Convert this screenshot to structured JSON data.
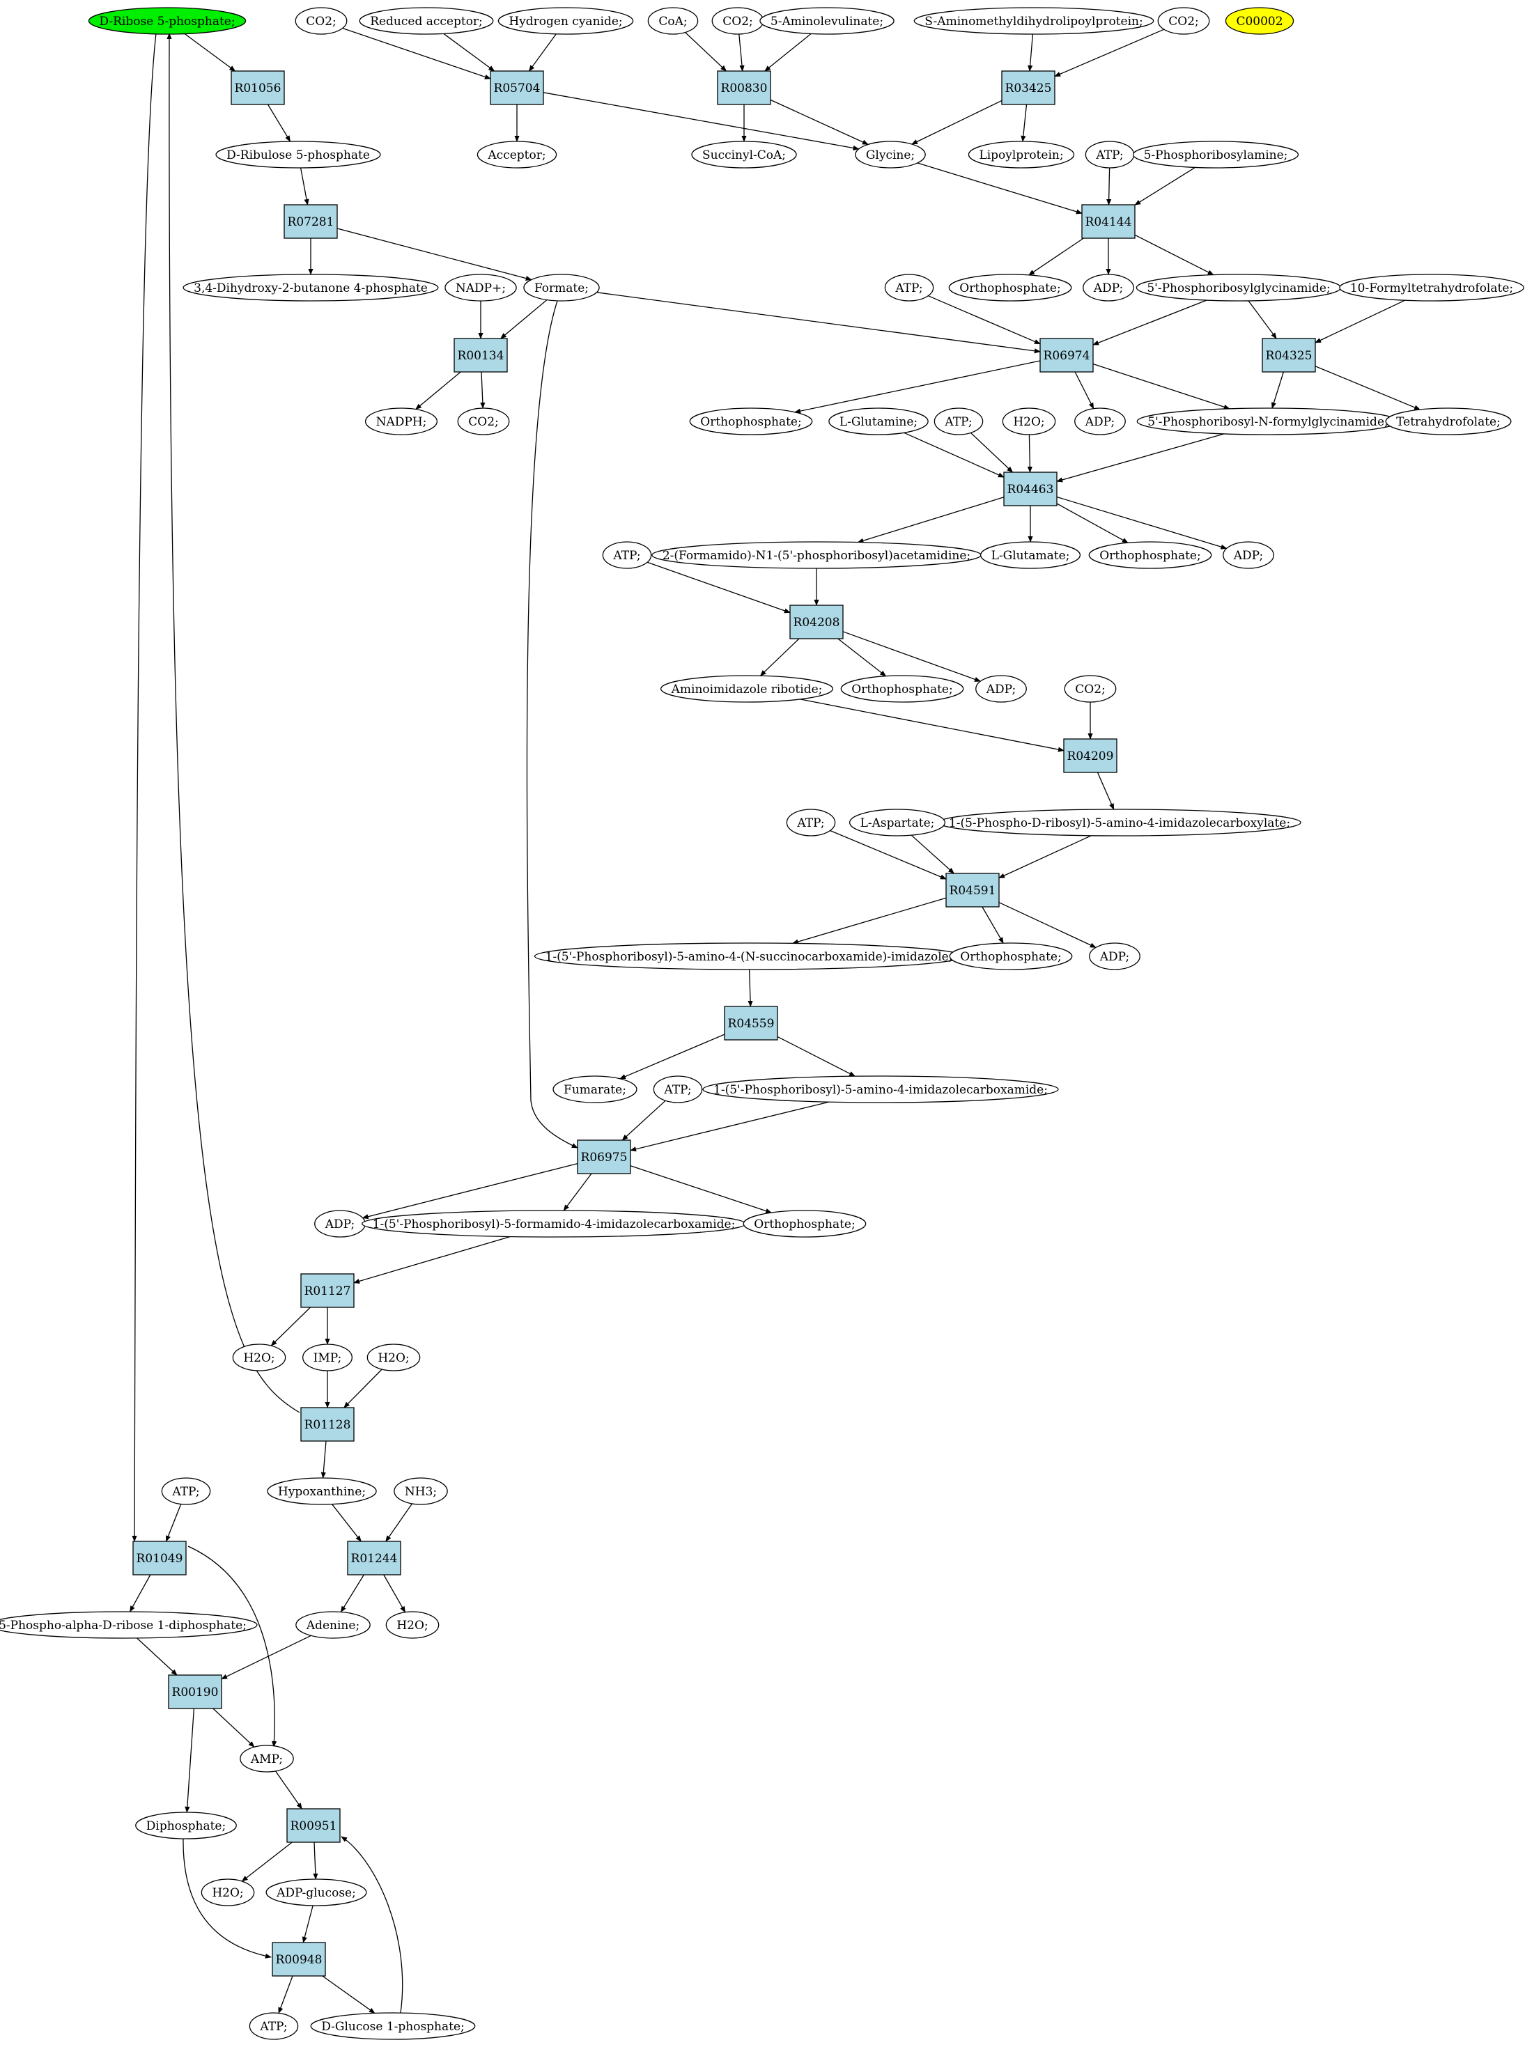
{
  "colors": {
    "compound_fill": "#ffffff",
    "reaction_fill": "#add8e6",
    "start_fill": "#00ee00",
    "highlight_fill": "#ffff00",
    "edge": "#000000"
  },
  "nodes": [
    {
      "id": "ribose5p",
      "label": "D-Ribose 5-phosphate;",
      "kind": "start"
    },
    {
      "id": "c00002",
      "label": "C00002",
      "kind": "highlight"
    },
    {
      "id": "r01056",
      "label": "R01056",
      "kind": "reaction"
    },
    {
      "id": "ribulose5p",
      "label": "D-Ribulose 5-phosphate",
      "kind": "compound"
    },
    {
      "id": "r07281",
      "label": "R07281",
      "kind": "reaction"
    },
    {
      "id": "dhbp",
      "label": "3,4-Dihydroxy-2-butanone 4-phosphate",
      "kind": "compound"
    },
    {
      "id": "formate",
      "label": "Formate;",
      "kind": "compound"
    },
    {
      "id": "nadpp",
      "label": "NADP+;",
      "kind": "compound"
    },
    {
      "id": "r00134",
      "label": "R00134",
      "kind": "reaction"
    },
    {
      "id": "nadph",
      "label": "NADPH;",
      "kind": "compound"
    },
    {
      "id": "co2_r00134",
      "label": "CO2;",
      "kind": "compound"
    },
    {
      "id": "co2_a",
      "label": "CO2;",
      "kind": "compound"
    },
    {
      "id": "red_acceptor",
      "label": "Reduced acceptor;",
      "kind": "compound"
    },
    {
      "id": "hcn",
      "label": "Hydrogen cyanide;",
      "kind": "compound"
    },
    {
      "id": "r05704",
      "label": "R05704",
      "kind": "reaction"
    },
    {
      "id": "acceptor",
      "label": "Acceptor;",
      "kind": "compound"
    },
    {
      "id": "coa",
      "label": "CoA;",
      "kind": "compound"
    },
    {
      "id": "co2_b",
      "label": "CO2;",
      "kind": "compound"
    },
    {
      "id": "ala5",
      "label": "5-Aminolevulinate;",
      "kind": "compound"
    },
    {
      "id": "r00830",
      "label": "R00830",
      "kind": "reaction"
    },
    {
      "id": "succoa",
      "label": "Succinyl-CoA;",
      "kind": "compound"
    },
    {
      "id": "glycine",
      "label": "Glycine;",
      "kind": "compound"
    },
    {
      "id": "samdlp",
      "label": "S-Aminomethyldihydrolipoylprotein;",
      "kind": "compound"
    },
    {
      "id": "co2_c",
      "label": "CO2;",
      "kind": "compound"
    },
    {
      "id": "r03425",
      "label": "R03425",
      "kind": "reaction"
    },
    {
      "id": "lipoyl",
      "label": "Lipoylprotein;",
      "kind": "compound"
    },
    {
      "id": "atp_r04144",
      "label": "ATP;",
      "kind": "compound"
    },
    {
      "id": "prpp_amine",
      "label": "5-Phosphoribosylamine;",
      "kind": "compound"
    },
    {
      "id": "r04144",
      "label": "R04144",
      "kind": "reaction"
    },
    {
      "id": "pi_r04144",
      "label": "Orthophosphate;",
      "kind": "compound"
    },
    {
      "id": "adp_r04144",
      "label": "ADP;",
      "kind": "compound"
    },
    {
      "id": "gar",
      "label": "5'-Phosphoribosylglycinamide;",
      "kind": "compound"
    },
    {
      "id": "fthf",
      "label": "10-Formyltetrahydrofolate;",
      "kind": "compound"
    },
    {
      "id": "atp_r06974",
      "label": "ATP;",
      "kind": "compound"
    },
    {
      "id": "r06974",
      "label": "R06974",
      "kind": "reaction"
    },
    {
      "id": "r04325",
      "label": "R04325",
      "kind": "reaction"
    },
    {
      "id": "pi_r06974",
      "label": "Orthophosphate;",
      "kind": "compound"
    },
    {
      "id": "lgln",
      "label": "L-Glutamine;",
      "kind": "compound"
    },
    {
      "id": "atp_r04463",
      "label": "ATP;",
      "kind": "compound"
    },
    {
      "id": "h2o_r04463",
      "label": "H2O;",
      "kind": "compound"
    },
    {
      "id": "adp_r06974",
      "label": "ADP;",
      "kind": "compound"
    },
    {
      "id": "fgar",
      "label": "5'-Phosphoribosyl-N-formylglycinamide;",
      "kind": "compound"
    },
    {
      "id": "thf",
      "label": "Tetrahydrofolate;",
      "kind": "compound"
    },
    {
      "id": "r04463",
      "label": "R04463",
      "kind": "reaction"
    },
    {
      "id": "atp_r04208",
      "label": "ATP;",
      "kind": "compound"
    },
    {
      "id": "fgam",
      "label": "2-(Formamido)-N1-(5'-phosphoribosyl)acetamidine;",
      "kind": "compound"
    },
    {
      "id": "lglu",
      "label": "L-Glutamate;",
      "kind": "compound"
    },
    {
      "id": "pi_r04463",
      "label": "Orthophosphate;",
      "kind": "compound"
    },
    {
      "id": "adp_r04463",
      "label": "ADP;",
      "kind": "compound"
    },
    {
      "id": "r04208",
      "label": "R04208",
      "kind": "reaction"
    },
    {
      "id": "air",
      "label": "Aminoimidazole ribotide;",
      "kind": "compound"
    },
    {
      "id": "pi_r04208",
      "label": "Orthophosphate;",
      "kind": "compound"
    },
    {
      "id": "adp_r04208",
      "label": "ADP;",
      "kind": "compound"
    },
    {
      "id": "co2_r04209",
      "label": "CO2;",
      "kind": "compound"
    },
    {
      "id": "r04209",
      "label": "R04209",
      "kind": "reaction"
    },
    {
      "id": "cair",
      "label": "1-(5-Phospho-D-ribosyl)-5-amino-4-imidazolecarboxylate;",
      "kind": "compound"
    },
    {
      "id": "atp_r04591",
      "label": "ATP;",
      "kind": "compound"
    },
    {
      "id": "lasp",
      "label": "L-Aspartate;",
      "kind": "compound"
    },
    {
      "id": "r04591",
      "label": "R04591",
      "kind": "reaction"
    },
    {
      "id": "saicar",
      "label": "1-(5'-Phosphoribosyl)-5-amino-4-(N-succinocarboxamide)-imidazole;",
      "kind": "compound"
    },
    {
      "id": "pi_r04591",
      "label": "Orthophosphate;",
      "kind": "compound"
    },
    {
      "id": "adp_r04591",
      "label": "ADP;",
      "kind": "compound"
    },
    {
      "id": "r04559",
      "label": "R04559",
      "kind": "reaction"
    },
    {
      "id": "fumarate",
      "label": "Fumarate;",
      "kind": "compound"
    },
    {
      "id": "atp_r06975",
      "label": "ATP;",
      "kind": "compound"
    },
    {
      "id": "aicar",
      "label": "1-(5'-Phosphoribosyl)-5-amino-4-imidazolecarboxamide;",
      "kind": "compound"
    },
    {
      "id": "r06975",
      "label": "R06975",
      "kind": "reaction"
    },
    {
      "id": "adp_r06975",
      "label": "ADP;",
      "kind": "compound"
    },
    {
      "id": "faicar",
      "label": "1-(5'-Phosphoribosyl)-5-formamido-4-imidazolecarboxamide;",
      "kind": "compound"
    },
    {
      "id": "pi_r06975",
      "label": "Orthophosphate;",
      "kind": "compound"
    },
    {
      "id": "r01127",
      "label": "R01127",
      "kind": "reaction"
    },
    {
      "id": "h2o_r01127",
      "label": "H2O;",
      "kind": "compound"
    },
    {
      "id": "imp",
      "label": "IMP;",
      "kind": "compound"
    },
    {
      "id": "h2o_r01128",
      "label": "H2O;",
      "kind": "compound"
    },
    {
      "id": "r01128",
      "label": "R01128",
      "kind": "reaction"
    },
    {
      "id": "atp_r01049",
      "label": "ATP;",
      "kind": "compound"
    },
    {
      "id": "hypoxanthine",
      "label": "Hypoxanthine;",
      "kind": "compound"
    },
    {
      "id": "nh3",
      "label": "NH3;",
      "kind": "compound"
    },
    {
      "id": "r01049",
      "label": "R01049",
      "kind": "reaction"
    },
    {
      "id": "r01244",
      "label": "R01244",
      "kind": "reaction"
    },
    {
      "id": "prpp",
      "label": "5-Phospho-alpha-D-ribose 1-diphosphate;",
      "kind": "compound"
    },
    {
      "id": "adenine",
      "label": "Adenine;",
      "kind": "compound"
    },
    {
      "id": "h2o_r01244",
      "label": "H2O;",
      "kind": "compound"
    },
    {
      "id": "r00190",
      "label": "R00190",
      "kind": "reaction"
    },
    {
      "id": "amp",
      "label": "AMP;",
      "kind": "compound"
    },
    {
      "id": "diphosphate",
      "label": "Diphosphate;",
      "kind": "compound"
    },
    {
      "id": "r00951",
      "label": "R00951",
      "kind": "reaction"
    },
    {
      "id": "h2o_r00951",
      "label": "H2O;",
      "kind": "compound"
    },
    {
      "id": "adpglucose",
      "label": "ADP-glucose;",
      "kind": "compound"
    },
    {
      "id": "r00948",
      "label": "R00948",
      "kind": "reaction"
    },
    {
      "id": "atp_r00948",
      "label": "ATP;",
      "kind": "compound"
    },
    {
      "id": "g1p",
      "label": "D-Glucose 1-phosphate;",
      "kind": "compound"
    }
  ],
  "edges": [
    [
      "ribose5p",
      "r01056"
    ],
    [
      "r01056",
      "ribulose5p"
    ],
    [
      "ribulose5p",
      "r07281"
    ],
    [
      "r07281",
      "dhbp"
    ],
    [
      "r07281",
      "formate"
    ],
    [
      "nadpp",
      "r00134"
    ],
    [
      "formate",
      "r00134"
    ],
    [
      "r00134",
      "nadph"
    ],
    [
      "r00134",
      "co2_r00134"
    ],
    [
      "co2_a",
      "r05704"
    ],
    [
      "red_acceptor",
      "r05704"
    ],
    [
      "hcn",
      "r05704"
    ],
    [
      "r05704",
      "acceptor"
    ],
    [
      "r05704",
      "glycine"
    ],
    [
      "coa",
      "r00830"
    ],
    [
      "co2_b",
      "r00830"
    ],
    [
      "ala5",
      "r00830"
    ],
    [
      "r00830",
      "succoa"
    ],
    [
      "r00830",
      "glycine"
    ],
    [
      "samdlp",
      "r03425"
    ],
    [
      "co2_c",
      "r03425"
    ],
    [
      "r03425",
      "glycine"
    ],
    [
      "r03425",
      "lipoyl"
    ],
    [
      "glycine",
      "r04144"
    ],
    [
      "atp_r04144",
      "r04144"
    ],
    [
      "prpp_amine",
      "r04144"
    ],
    [
      "r04144",
      "pi_r04144"
    ],
    [
      "r04144",
      "adp_r04144"
    ],
    [
      "r04144",
      "gar"
    ],
    [
      "formate",
      "r06974"
    ],
    [
      "atp_r06974",
      "r06974"
    ],
    [
      "gar",
      "r06974"
    ],
    [
      "r06974",
      "pi_r06974"
    ],
    [
      "r06974",
      "adp_r06974"
    ],
    [
      "r06974",
      "fgar"
    ],
    [
      "gar",
      "r04325"
    ],
    [
      "fthf",
      "r04325"
    ],
    [
      "r04325",
      "fgar"
    ],
    [
      "r04325",
      "thf"
    ],
    [
      "lgln",
      "r04463"
    ],
    [
      "atp_r04463",
      "r04463"
    ],
    [
      "h2o_r04463",
      "r04463"
    ],
    [
      "fgar",
      "r04463"
    ],
    [
      "r04463",
      "fgam"
    ],
    [
      "r04463",
      "lglu"
    ],
    [
      "r04463",
      "pi_r04463"
    ],
    [
      "r04463",
      "adp_r04463"
    ],
    [
      "atp_r04208",
      "r04208"
    ],
    [
      "fgam",
      "r04208"
    ],
    [
      "r04208",
      "air"
    ],
    [
      "r04208",
      "pi_r04208"
    ],
    [
      "r04208",
      "adp_r04208"
    ],
    [
      "air",
      "r04209"
    ],
    [
      "co2_r04209",
      "r04209"
    ],
    [
      "r04209",
      "cair"
    ],
    [
      "atp_r04591",
      "r04591"
    ],
    [
      "lasp",
      "r04591"
    ],
    [
      "cair",
      "r04591"
    ],
    [
      "r04591",
      "saicar"
    ],
    [
      "r04591",
      "pi_r04591"
    ],
    [
      "r04591",
      "adp_r04591"
    ],
    [
      "saicar",
      "r04559"
    ],
    [
      "r04559",
      "fumarate"
    ],
    [
      "r04559",
      "aicar"
    ],
    [
      "formate",
      "r06975"
    ],
    [
      "atp_r06975",
      "r06975"
    ],
    [
      "aicar",
      "r06975"
    ],
    [
      "r06975",
      "adp_r06975"
    ],
    [
      "r06975",
      "faicar"
    ],
    [
      "r06975",
      "pi_r06975"
    ],
    [
      "faicar",
      "r01127"
    ],
    [
      "r01127",
      "h2o_r01127"
    ],
    [
      "r01127",
      "imp"
    ],
    [
      "imp",
      "r01128"
    ],
    [
      "h2o_r01128",
      "r01128"
    ],
    [
      "r01128",
      "ribose5p"
    ],
    [
      "r01128",
      "hypoxanthine"
    ],
    [
      "ribose5p",
      "r01049"
    ],
    [
      "atp_r01049",
      "r01049"
    ],
    [
      "r01049",
      "prpp"
    ],
    [
      "r01049",
      "amp"
    ],
    [
      "hypoxanthine",
      "r01244"
    ],
    [
      "nh3",
      "r01244"
    ],
    [
      "r01244",
      "adenine"
    ],
    [
      "r01244",
      "h2o_r01244"
    ],
    [
      "prpp",
      "r00190"
    ],
    [
      "adenine",
      "r00190"
    ],
    [
      "r00190",
      "amp"
    ],
    [
      "r00190",
      "diphosphate"
    ],
    [
      "amp",
      "r00951"
    ],
    [
      "g1p",
      "r00951"
    ],
    [
      "r00951",
      "h2o_r00951"
    ],
    [
      "r00951",
      "adpglucose"
    ],
    [
      "adpglucose",
      "r00948"
    ],
    [
      "diphosphate",
      "r00948"
    ],
    [
      "r00948",
      "atp_r00948"
    ],
    [
      "r00948",
      "g1p"
    ]
  ]
}
